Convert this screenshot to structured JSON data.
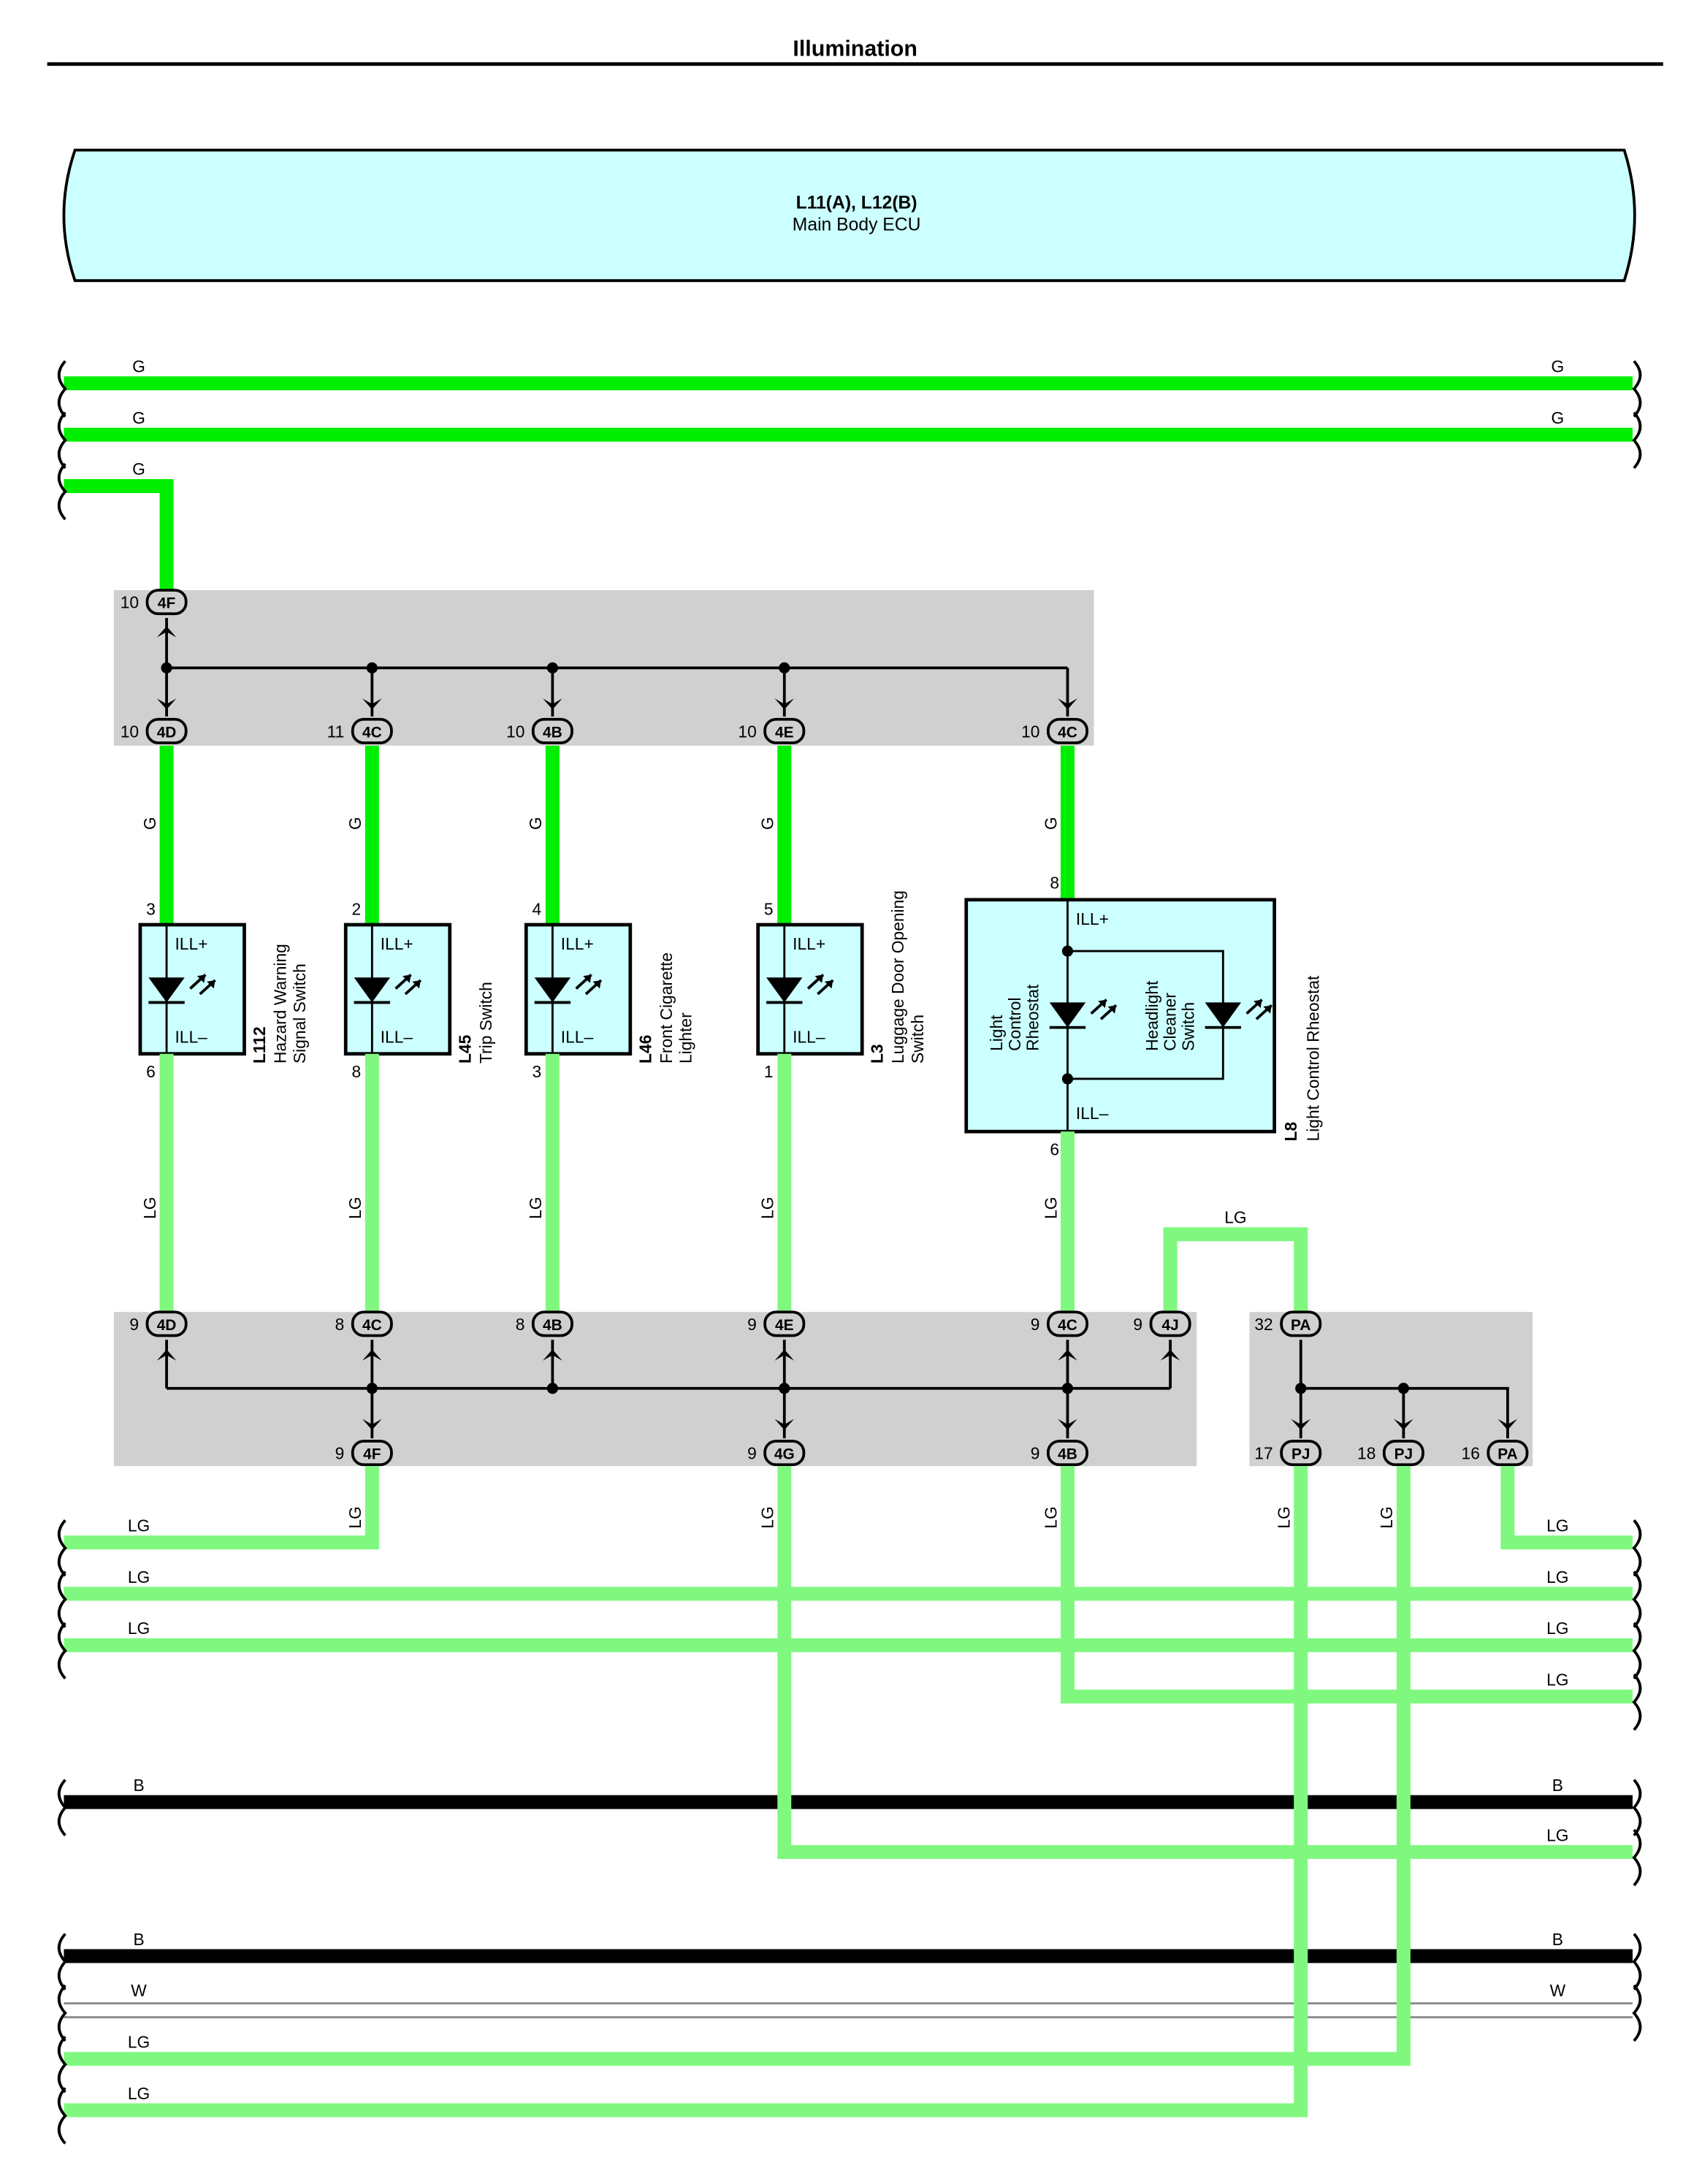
{
  "title": "Illumination",
  "ecu": {
    "code": "L11(A), L12(B)",
    "name": "Main Body ECU"
  },
  "colors": {
    "green_wire": "#00ee00",
    "light_green_wire": "#80f880",
    "black_wire": "#000000",
    "white_wire": "#ffffff",
    "ecu_fill": "#ccffff",
    "junction_fill": "#d0d0d0",
    "component_fill": "#ccffff"
  },
  "top_bus": {
    "rows": [
      {
        "left": "G",
        "right": "G"
      },
      {
        "left": "G",
        "right": "G"
      },
      {
        "left": "G",
        "right": ""
      }
    ]
  },
  "upper_junction": {
    "input": {
      "pin": "10",
      "conn": "4F"
    },
    "outputs": [
      {
        "pin": "10",
        "conn": "4D"
      },
      {
        "pin": "11",
        "conn": "4C"
      },
      {
        "pin": "10",
        "conn": "4B"
      },
      {
        "pin": "10",
        "conn": "4E"
      },
      {
        "pin": "10",
        "conn": "4C"
      }
    ]
  },
  "g_drops": [
    "G",
    "G",
    "G",
    "G",
    "G"
  ],
  "switches": [
    {
      "pin_top": "3",
      "pin_bottom": "6",
      "ill_plus": "ILL+",
      "ill_minus": "ILL–",
      "code": "L112",
      "name1": "Hazard Warning",
      "name2": "Signal Switch"
    },
    {
      "pin_top": "2",
      "pin_bottom": "8",
      "ill_plus": "ILL+",
      "ill_minus": "ILL–",
      "code": "L45",
      "name1": "Trip Switch",
      "name2": ""
    },
    {
      "pin_top": "4",
      "pin_bottom": "3",
      "ill_plus": "ILL+",
      "ill_minus": "ILL–",
      "code": "L46",
      "name1": "Front Cigarette",
      "name2": "Lighter"
    },
    {
      "pin_top": "5",
      "pin_bottom": "1",
      "ill_plus": "ILL+",
      "ill_minus": "ILL–",
      "code": "L3",
      "name1": "Luggage Door Opening",
      "name2": "Switch"
    }
  ],
  "rheostat": {
    "pin_top": "8",
    "pin_bottom": "6",
    "ill_plus": "ILL+",
    "ill_minus": "ILL–",
    "code": "L8",
    "name": "Light Control Rheostat",
    "left_lines": [
      "Light",
      "Control",
      "Rheostat"
    ],
    "right_lines": [
      "Headlight",
      "Cleaner",
      "Switch"
    ]
  },
  "lg_drops": [
    "LG",
    "LG",
    "LG",
    "LG",
    "LG"
  ],
  "loop_label": "LG",
  "lower_junction_left": {
    "inputs": [
      {
        "pin": "9",
        "conn": "4D"
      },
      {
        "pin": "8",
        "conn": "4C"
      },
      {
        "pin": "8",
        "conn": "4B"
      },
      {
        "pin": "9",
        "conn": "4E"
      },
      {
        "pin": "9",
        "conn": "4C"
      },
      {
        "pin": "9",
        "conn": "4J"
      }
    ],
    "outputs": [
      {
        "pin": "9",
        "conn": "4F"
      },
      {
        "pin": "9",
        "conn": "4G"
      },
      {
        "pin": "9",
        "conn": "4B"
      }
    ]
  },
  "lower_junction_right": {
    "input": {
      "pin": "32",
      "conn": "PA"
    },
    "outputs": [
      {
        "pin": "17",
        "conn": "PJ"
      },
      {
        "pin": "18",
        "conn": "PJ"
      },
      {
        "pin": "16",
        "conn": "PA"
      }
    ]
  },
  "lower_drop_labels": [
    "LG",
    "LG",
    "LG",
    "LG",
    "LG"
  ],
  "bottom_bus": {
    "rows": [
      {
        "left": "LG",
        "right": "LG"
      },
      {
        "left": "LG",
        "right": "LG"
      },
      {
        "left": "LG",
        "right": "LG"
      },
      {
        "left": "",
        "right": "LG"
      },
      {
        "left": "B",
        "right": "B"
      },
      {
        "left": "",
        "right": "LG"
      },
      {
        "left": "B",
        "right": "B"
      },
      {
        "left": "W",
        "right": "W"
      },
      {
        "left": "LG",
        "right": ""
      },
      {
        "left": "LG",
        "right": ""
      }
    ]
  }
}
